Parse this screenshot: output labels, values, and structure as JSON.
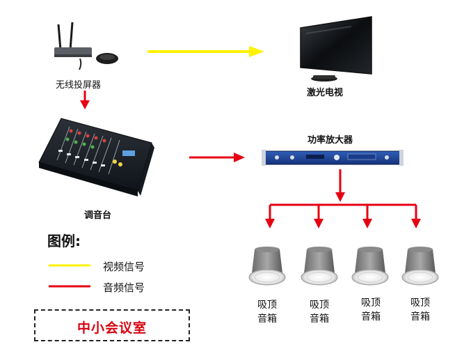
{
  "devices": {
    "projector": "无线投屏器",
    "tv": "激光电视",
    "mixer": "调音台",
    "amplifier": "功率放大器"
  },
  "speakers": [
    {
      "line1": "吸顶",
      "line2": "音箱"
    },
    {
      "line1": "吸顶",
      "line2": "音箱"
    },
    {
      "line1": "吸顶",
      "line2": "音箱"
    },
    {
      "line1": "吸顶",
      "line2": "音箱"
    }
  ],
  "legend": {
    "title": "图例:",
    "video": "视频信号",
    "audio": "音频信号"
  },
  "room": {
    "title": "中小会议室"
  },
  "colors": {
    "video_signal": "#fff200",
    "audio_signal": "#e60012",
    "room_title": "#d7000f"
  },
  "icons": [
    "wireless-projector-icon",
    "laser-tv-icon",
    "audio-mixer-icon",
    "power-amplifier-icon",
    "ceiling-speaker-icon"
  ]
}
